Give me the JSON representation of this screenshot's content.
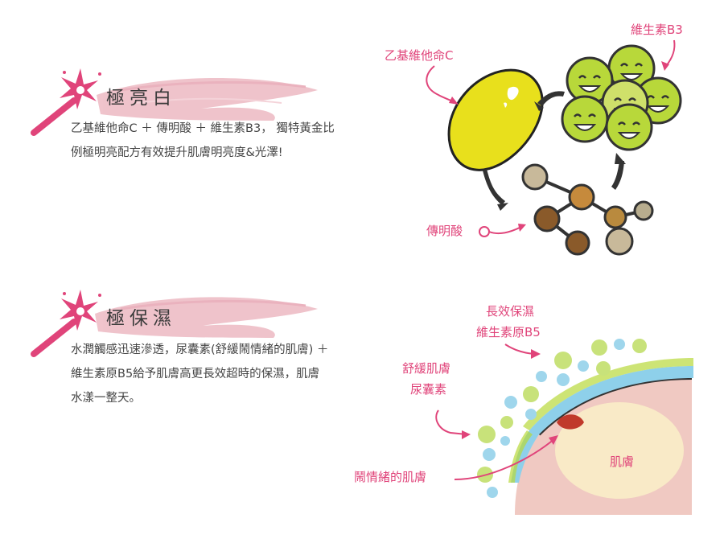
{
  "section1": {
    "title": "極亮白",
    "text_line1": "乙基維他命C ＋ 傳明酸 ＋ 維生素B3， 獨特黃金比",
    "text_line2": "例極明亮配方有效提升肌膚明亮度&光澤!"
  },
  "section2": {
    "title": "極保濕",
    "text_line1": "水潤觸感迅速滲透，尿囊素(舒緩鬧情緒的肌膚) ＋",
    "text_line2": "維生素原B5給予肌膚高更長效超時的保濕，肌膚",
    "text_line3": "水漾一整天。"
  },
  "diagram1": {
    "label_vitc": "乙基維他命C",
    "label_b3": "維生素B3",
    "label_tranexamic": "傳明酸"
  },
  "diagram2": {
    "label_b5_line1": "長效保濕",
    "label_b5_line2": "維生素原B5",
    "label_allantoin_line1": "舒緩肌膚",
    "label_allantoin_line2": "尿囊素",
    "label_irritated": "鬧情緒的肌膚",
    "label_skin": "肌膚"
  },
  "colors": {
    "accent": "#e0447a",
    "brush": "#e9a7b2",
    "yellow": "#e8e01c",
    "green": "#b8d83a",
    "skin": "#f0c9c2",
    "blue": "#8ed0ea"
  }
}
